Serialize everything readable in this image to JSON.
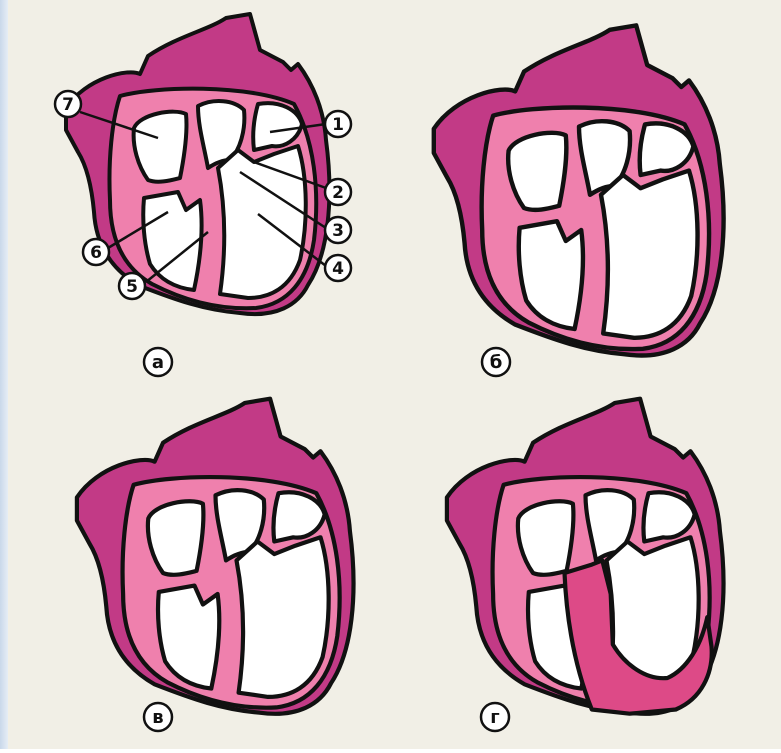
{
  "colors": {
    "background": "#f1efe6",
    "left_edge": "#c9d8ea",
    "outer_wall": "#c23a86",
    "inner_wall": "#ef80ad",
    "thick_wall": "#dd4a87",
    "chamber": "#ffffff",
    "outline": "#111111"
  },
  "panels": [
    {
      "id": "a",
      "label": "а"
    },
    {
      "id": "b",
      "label": "б"
    },
    {
      "id": "v",
      "label": "в"
    },
    {
      "id": "g",
      "label": "г"
    }
  ],
  "callouts": [
    "1",
    "2",
    "3",
    "4",
    "5",
    "6",
    "7"
  ]
}
